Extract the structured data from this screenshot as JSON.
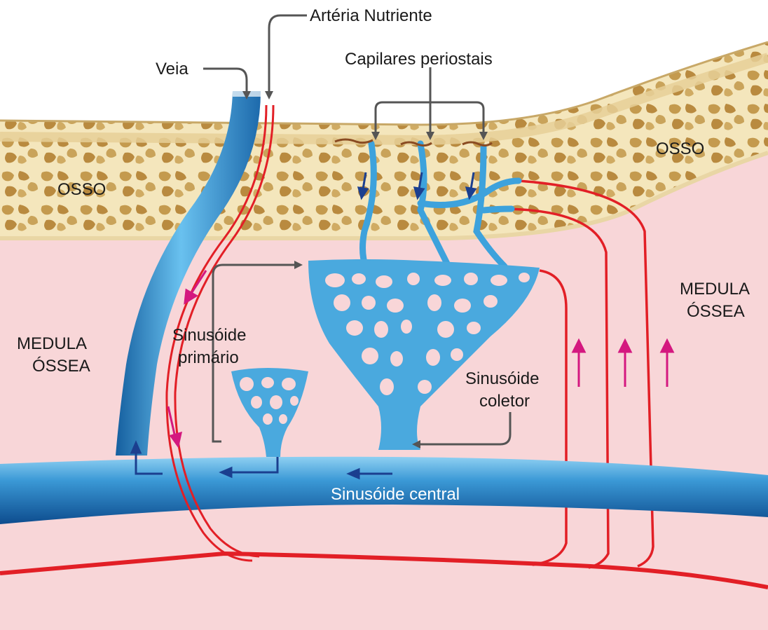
{
  "labels": {
    "arteria_nutriente": "Artéria Nutriente",
    "capilares_periostais": "Capilares periostais",
    "veia": "Veia",
    "osso_left": "OSSO",
    "osso_right": "OSSO",
    "medula_left_1": "MEDULA",
    "medula_left_2": "ÓSSEA",
    "medula_right_1": "MEDULA",
    "medula_right_2": "ÓSSEA",
    "sinusoide_primario_1": "Sinusóide",
    "sinusoide_primario_2": "primário",
    "sinusoide_coletor_1": "Sinusóide",
    "sinusoide_coletor_2": "coletor",
    "sinusoide_central": "Sinusóide central"
  },
  "colors": {
    "bone": "#f4e6bc",
    "bone_spot": "#c49a4e",
    "marrow": "#f8d6d8",
    "vein": "#2b8fd1",
    "sinusoid": "#4aa9de",
    "artery": "#e21f26",
    "flow_arrow": "#d4187f",
    "sinus_arrow": "#1b3f8f",
    "pointer": "#555555"
  }
}
